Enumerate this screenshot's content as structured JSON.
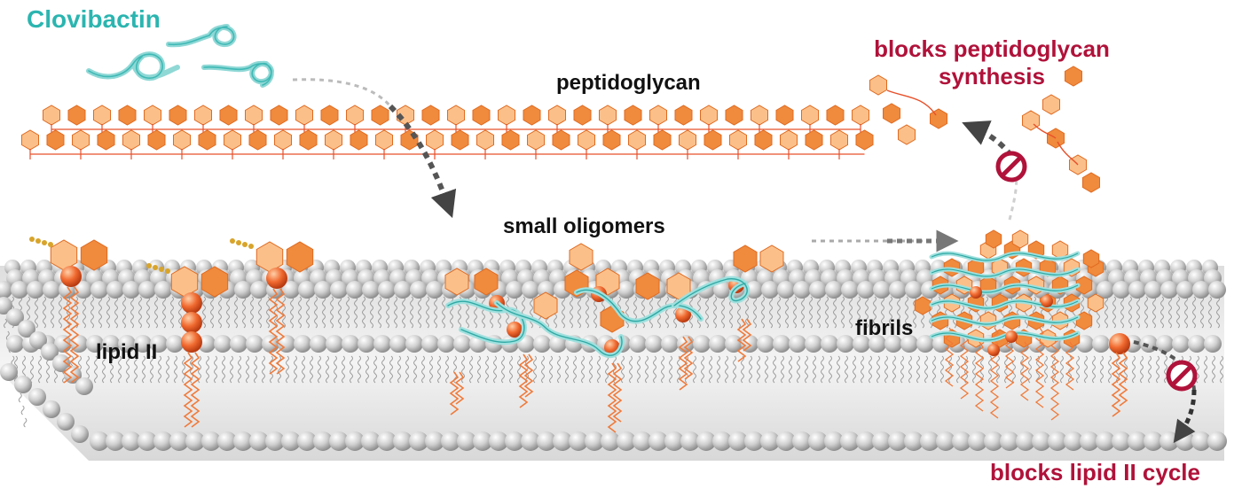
{
  "labels": {
    "clovibactin": "Clovibactin",
    "peptidoglycan": "peptidoglycan",
    "small_oligomers": "small oligomers",
    "lipid_ii": "lipid II",
    "fibrils": "fibrils",
    "blocks_pg_line1": "blocks peptidoglycan",
    "blocks_pg_line2": "synthesis",
    "blocks_lipid_cycle": "blocks lipid II cycle"
  },
  "colors": {
    "teal": "#2bb5b0",
    "red": "#b0123a",
    "orange_dark": "#f08a3c",
    "orange_light": "#fbc08a",
    "sphere": "#c9c9c9",
    "membrane_core": "#e9e9e9",
    "peptide": "#e8502a",
    "prenyl": "#d8a42a"
  },
  "icons": [
    "prohibition-icon",
    "arrow-icon"
  ]
}
